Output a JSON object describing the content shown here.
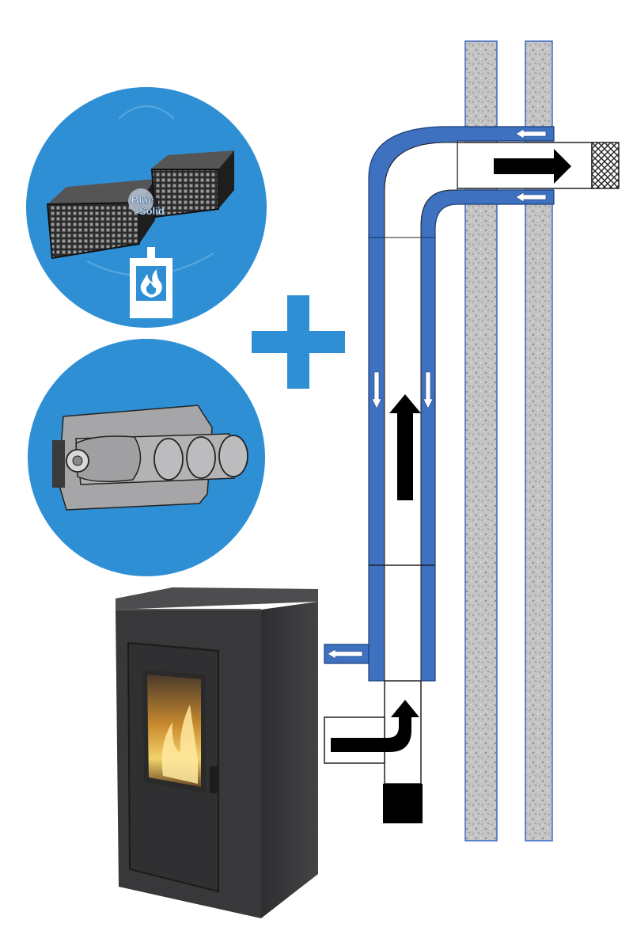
{
  "brand_logo": {
    "line1": "Blue",
    "line2": "Solid"
  },
  "colors": {
    "accent": "#2e8fd4",
    "duct_blue": "#3e71c0",
    "wall_grey": "#b9b9b9",
    "stove_body": "#3a3a3c",
    "arrow": "#000000"
  },
  "icons": [
    "plus-icon",
    "flame-icon",
    "filter-unit",
    "heat-exchanger-tubes",
    "pellet-stove",
    "air-flow-arrows"
  ]
}
